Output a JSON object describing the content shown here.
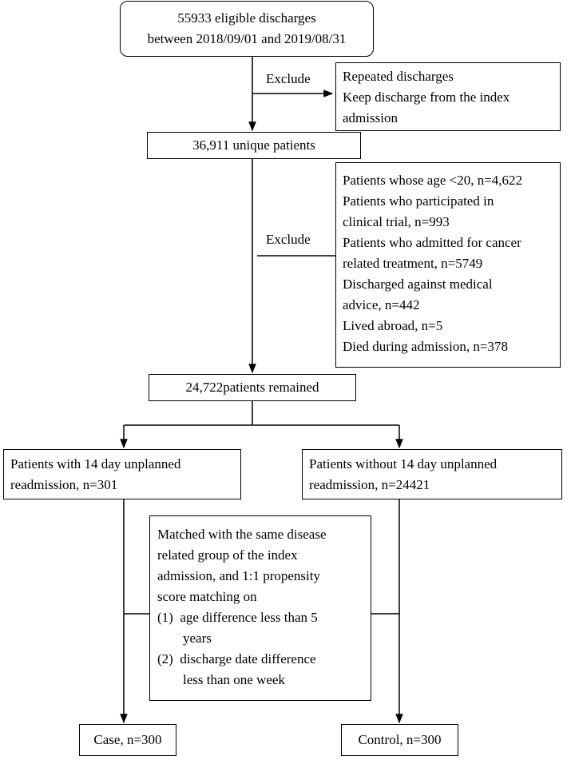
{
  "nodes": {
    "start": {
      "line1": "55933 eligible discharges",
      "line2": "between 2018/09/01 and 2019/08/31"
    },
    "exclude1": {
      "label": "Exclude",
      "line1": "Repeated discharges",
      "line2": "Keep discharge from the index",
      "line3": "admission"
    },
    "unique": {
      "text": "36,911 unique patients"
    },
    "exclude2": {
      "label": "Exclude",
      "lines": [
        "Patients whose age <20, n=4,622",
        "Patients who participated in",
        "clinical trial, n=993",
        "Patients who admitted for cancer",
        "related treatment, n=5749",
        "Discharged against medical",
        "advice, n=442",
        "Lived abroad, n=5",
        "Died during admission, n=378"
      ]
    },
    "remained": {
      "text": "24,722patients remained"
    },
    "with_readmission": {
      "line1": "Patients with 14 day unplanned",
      "line2": "readmission, n=301"
    },
    "without_readmission": {
      "line1": "Patients without 14 day unplanned",
      "line2": "readmission, n=24421"
    },
    "matching": {
      "lines": [
        "Matched with the same disease",
        "related group of the index",
        "admission, and 1:1 propensity",
        "score matching on"
      ],
      "item1_num": "(1)",
      "item1_a": "age difference less than 5",
      "item1_b": "years",
      "item2_num": "(2)",
      "item2_a": "discharge date difference",
      "item2_b": "less than one week"
    },
    "case": {
      "text": "Case, n=300"
    },
    "control": {
      "text": "Control, n=300"
    }
  }
}
